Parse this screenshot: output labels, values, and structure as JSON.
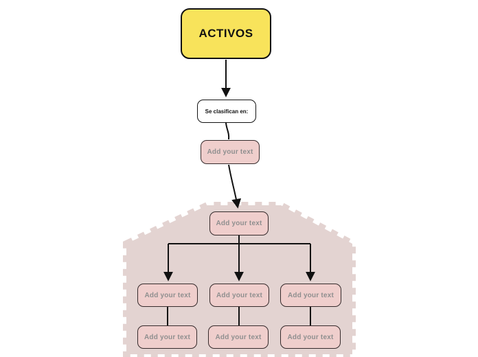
{
  "colors": {
    "root_fill": "#F8E35B",
    "node_fill": "#EFCECC",
    "group_fill": "#E3D3D1",
    "placeholder_text": "#8F8F8F",
    "line": "#111111"
  },
  "diagram": {
    "root": {
      "label": "ACTIVOS"
    },
    "classifier": {
      "label": "Se clasifican en:"
    },
    "intro_node": {
      "label": "Add your text"
    },
    "group": {
      "header": {
        "label": "Add your text"
      },
      "branches": [
        {
          "top": {
            "label": "Add your text"
          },
          "bottom": {
            "label": "Add your text"
          }
        },
        {
          "top": {
            "label": "Add your text"
          },
          "bottom": {
            "label": "Add your text"
          }
        },
        {
          "top": {
            "label": "Add your text"
          },
          "bottom": {
            "label": "Add your text"
          }
        }
      ]
    }
  }
}
